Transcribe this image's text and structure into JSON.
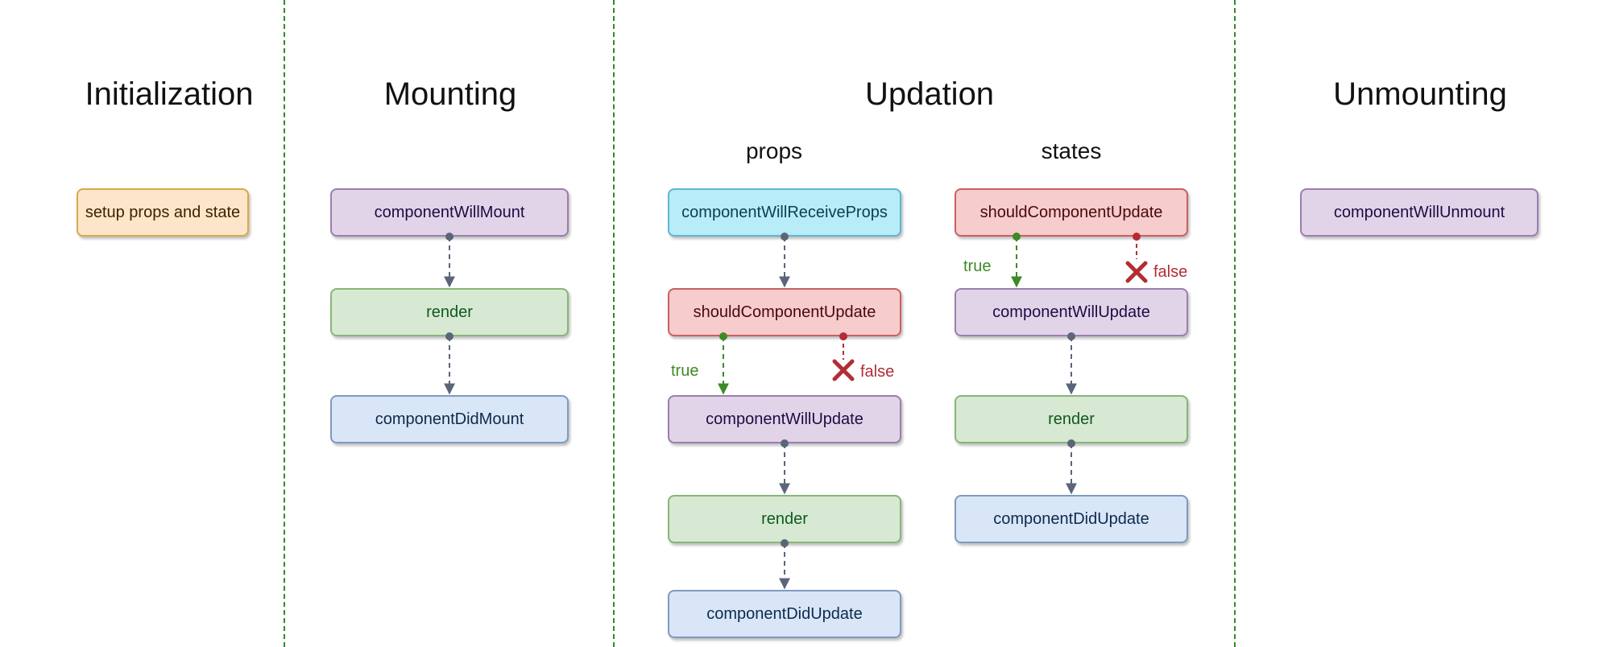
{
  "phases": {
    "initialization": "Initialization",
    "mounting": "Mounting",
    "updation": "Updation",
    "unmounting": "Unmounting"
  },
  "updation_branches": {
    "props": "props",
    "states": "states"
  },
  "nodes": {
    "setup": "setup props and state",
    "mount_will": "componentWillMount",
    "mount_render": "render",
    "mount_did": "componentDidMount",
    "props_will_receive": "componentWillReceiveProps",
    "props_should_update": "shouldComponentUpdate",
    "props_will_update": "componentWillUpdate",
    "props_render": "render",
    "props_did_update": "componentDidUpdate",
    "states_should_update": "shouldComponentUpdate",
    "states_will_update": "componentWillUpdate",
    "states_render": "render",
    "states_did_update": "componentDidUpdate",
    "will_unmount": "componentWillUnmount"
  },
  "edge_labels": {
    "true": "true",
    "false": "false"
  },
  "colors": {
    "divider": "#2e8b2e",
    "arrow": "#5a6678",
    "true": "#3d8a26",
    "false": "#b22d36"
  }
}
